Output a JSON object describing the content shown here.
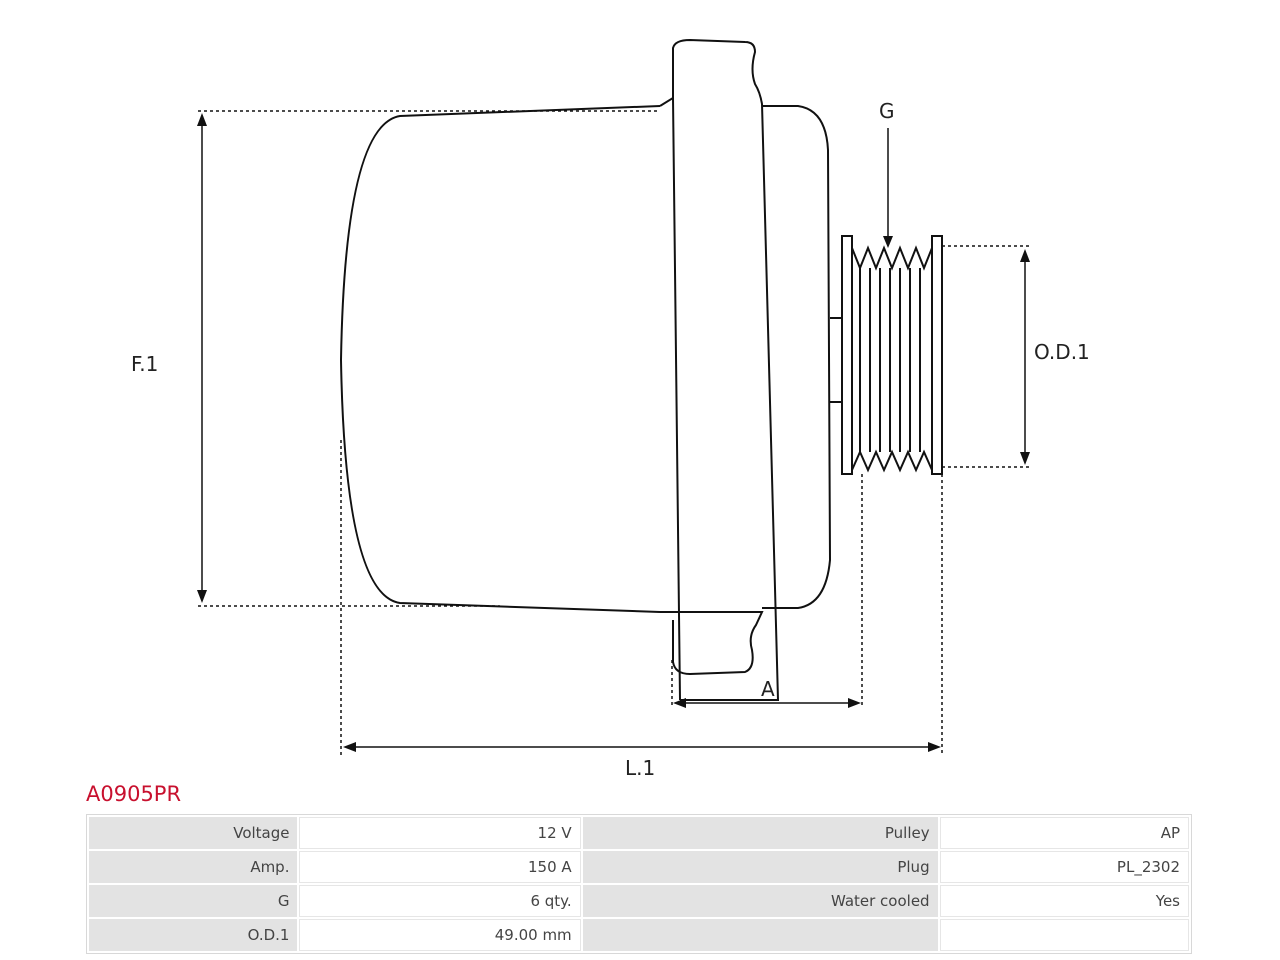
{
  "diagram": {
    "labels": {
      "f1": "F.1",
      "g": "G",
      "od1": "O.D.1",
      "a": "A",
      "l1": "L.1"
    }
  },
  "part_number": "A0905PR",
  "specs": {
    "rows": [
      {
        "k1": "Voltage",
        "v1": "12 V",
        "k2": "Pulley",
        "v2": "AP"
      },
      {
        "k1": "Amp.",
        "v1": "150 A",
        "k2": "Plug",
        "v2": "PL_2302"
      },
      {
        "k1": "G",
        "v1": "6 qty.",
        "k2": "Water cooled",
        "v2": "Yes"
      },
      {
        "k1": "O.D.1",
        "v1": "49.00 mm",
        "k2": "",
        "v2": ""
      }
    ]
  }
}
